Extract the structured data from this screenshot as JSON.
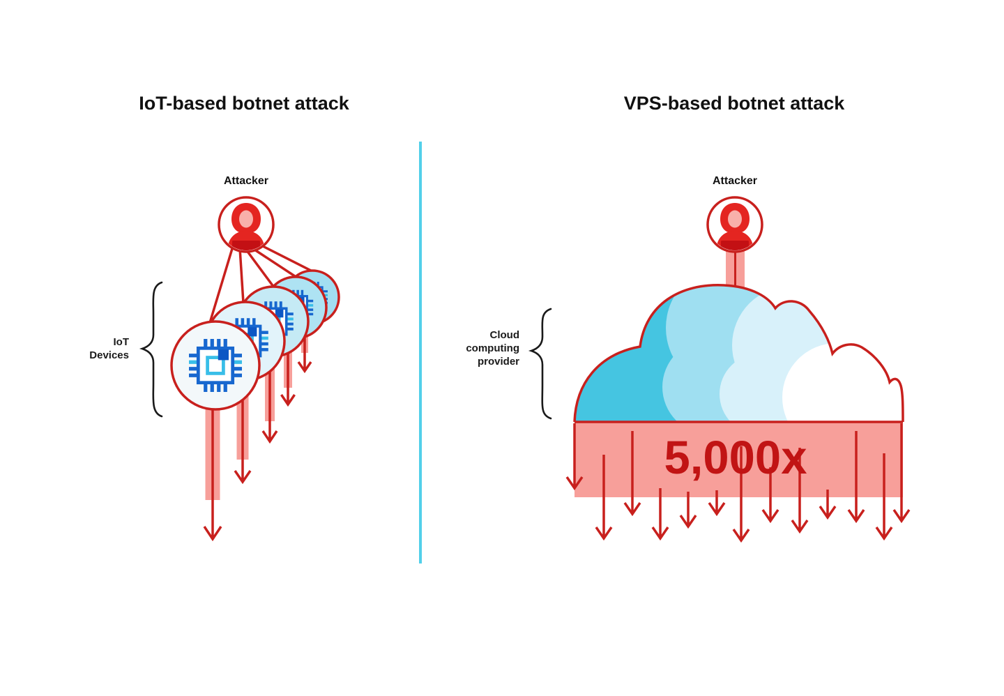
{
  "left_panel": {
    "title": "IoT-based botnet attack",
    "attacker_label": "Attacker",
    "devices_label": "IoT\nDevices",
    "device_count": 5,
    "attack_arrow_count": 5
  },
  "right_panel": {
    "title": "VPS-based botnet attack",
    "attacker_label": "Attacker",
    "provider_label": "Cloud\ncomputing\nprovider",
    "multiplier_label": "5,000x",
    "attack_arrow_count": 13
  },
  "icons": {
    "attacker": "hooded-attacker-icon",
    "device": "cpu-chip-icon",
    "cloud": "cloud-icon",
    "attack": "down-arrow-icon",
    "grouping": "curly-brace"
  },
  "colors": {
    "outline_red": "#c8201d",
    "dark_red_text": "#c11414",
    "attacker_red": "#e42521",
    "laptop_dark_red": "#c31014",
    "face_pink": "#f8b0aa",
    "band_pink": "#f79f9a",
    "divider_blue": "#52d0ea",
    "chip_blue": "#1767cf",
    "chip_cyan": "#38bee8",
    "chip_dark_blue": "#0d57c4",
    "device_fill_front": "#f3f8fa",
    "device_fill_back": "#a2def1",
    "cloud_cyan": "#45c5e1",
    "cloud_light_blue": "#9fdff1",
    "cloud_lighter_blue": "#d8f1fa",
    "cloud_white": "#ffffff",
    "title_black": "#111111",
    "brace_black": "#1a1a1a"
  }
}
